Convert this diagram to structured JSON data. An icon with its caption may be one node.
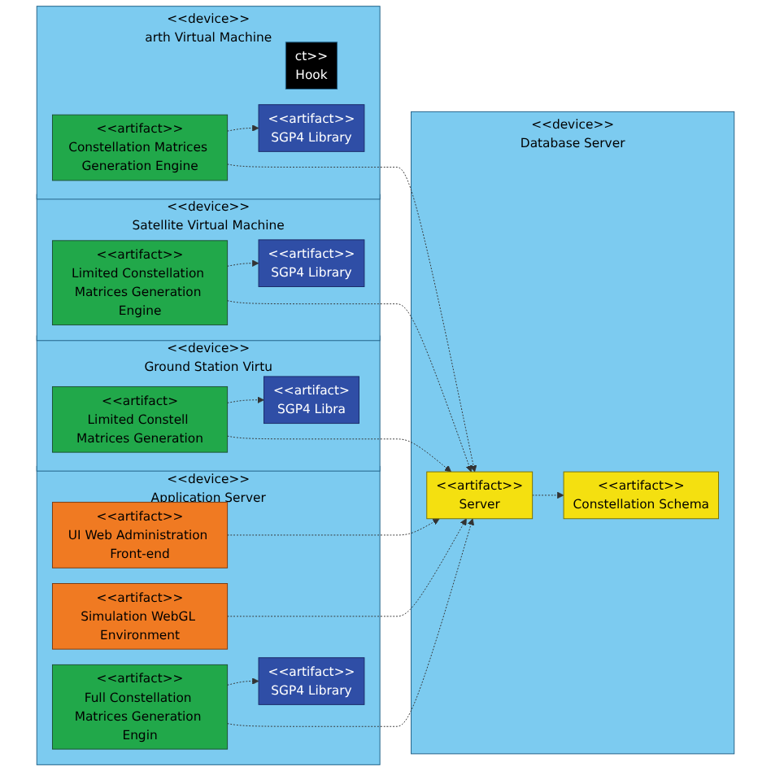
{
  "diagram": {
    "nodes": [
      {
        "text": [
          "<<device>>",
          "arth Virtual Machine"
        ]
      },
      {
        "text": [
          "<<artifact>>",
          "Constellation Matrices Generation Engine"
        ],
        "in": 0
      },
      {
        "text": [
          "ct>>",
          "Hook"
        ],
        "in": 0
      },
      {
        "text": [
          "<<artifact>>",
          "SGP4 Library"
        ],
        "in": 0
      },
      {
        "text": [
          "<<device>>",
          "Satellite Virtual Machine"
        ]
      },
      {
        "text": [
          "<<artifact>>",
          "Limited Constellation Matrices Generation Engine"
        ],
        "in": 4
      },
      {
        "text": [
          "<<artifact>>",
          "SGP4 Library"
        ],
        "in": 4
      },
      {
        "text": [
          "<<device>>",
          "Ground Station Virtu"
        ]
      },
      {
        "text": [
          "<<artifact>",
          "Limited Constell Matrices Generation"
        ],
        "in": 7
      },
      {
        "text": [
          "<<artifact>",
          "SGP4 Libra"
        ],
        "in": 7
      },
      {
        "text": [
          "<<device>>",
          "Application Server"
        ]
      },
      {
        "text": [
          "<<artifact>>",
          "UI Web Administration Front-end"
        ],
        "in": 10
      },
      {
        "text": [
          "<<artifact>>",
          "Simulation WebGL Environment"
        ],
        "in": 10
      },
      {
        "text": [
          "<<artifact>>",
          "Full Constellation Matrices Generation Engin"
        ],
        "in": 10
      },
      {
        "text": [
          "<<artifact>>",
          "SGP4 Library"
        ],
        "in": 10
      },
      {
        "text": [
          "<<device>>",
          "Database Server"
        ]
      },
      {
        "text": [
          "<<artifact>>",
          "Server"
        ],
        "in": 15
      },
      {
        "text": [
          "<<artifact>>",
          "Constellation Schema"
        ],
        "in": 15
      }
    ],
    "edges": [
      {
        "from": 1,
        "to": 3,
        "arrow": "to",
        "style": "dashed"
      },
      {
        "from": 5,
        "to": 6,
        "arrow": "to",
        "style": "dashed"
      },
      {
        "from": 8,
        "to": 9,
        "arrow": "to",
        "style": "dashed"
      },
      {
        "from": 13,
        "to": 14,
        "arrow": "to",
        "style": "dashed"
      },
      {
        "from": 16,
        "to": 17,
        "arrow": "to",
        "style": "dashed"
      },
      {
        "from": 1,
        "to": 16,
        "arrow": "to",
        "style": "dashed"
      },
      {
        "from": 5,
        "to": 16,
        "arrow": "to",
        "style": "dashed"
      },
      {
        "from": 8,
        "to": 16,
        "arrow": "to",
        "style": "dashed"
      },
      {
        "from": 11,
        "to": 16,
        "arrow": "to",
        "style": "dashed"
      },
      {
        "from": 12,
        "to": 16,
        "arrow": "to",
        "style": "dashed"
      },
      {
        "from": 13,
        "to": 16,
        "arrow": "to",
        "style": "dashed"
      }
    ]
  }
}
